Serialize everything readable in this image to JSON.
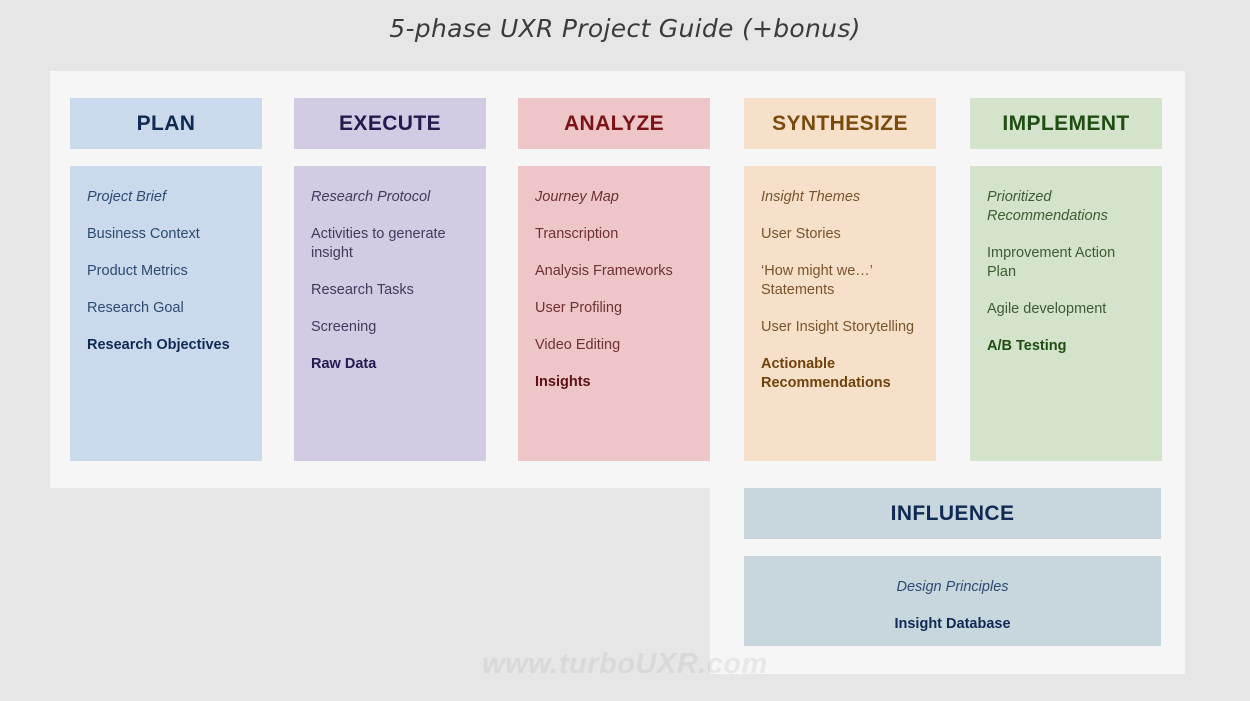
{
  "title": "5-phase UXR Project Guide (+bonus)",
  "watermark": "www.turboUXR.com",
  "colors": {
    "page_background": "#e6e6e6",
    "card_background": "#f6f6f6",
    "plan": "#cbd9ec",
    "execute": "#d3cbe4",
    "analyze": "#eec6c8",
    "synthesize": "#f6e0c9",
    "implement": "#d4e3cb",
    "influence": "#c8d7dd"
  },
  "phases": [
    {
      "header": "PLAN",
      "items": [
        {
          "label": "Project Brief",
          "style": "em"
        },
        {
          "label": "Business Context",
          "style": "normal"
        },
        {
          "label": "Product Metrics",
          "style": "normal"
        },
        {
          "label": "Research Goal",
          "style": "normal"
        },
        {
          "label": "Research Objectives",
          "style": "strong"
        }
      ]
    },
    {
      "header": "EXECUTE",
      "items": [
        {
          "label": "Research Protocol",
          "style": "em"
        },
        {
          "label": "Activities to generate insight",
          "style": "normal"
        },
        {
          "label": "Research Tasks",
          "style": "normal"
        },
        {
          "label": "Screening",
          "style": "normal"
        },
        {
          "label": "Raw Data",
          "style": "strong"
        }
      ]
    },
    {
      "header": "ANALYZE",
      "items": [
        {
          "label": "Journey Map",
          "style": "em"
        },
        {
          "label": "Transcription",
          "style": "normal"
        },
        {
          "label": "Analysis Frameworks",
          "style": "normal"
        },
        {
          "label": "User Profiling",
          "style": "normal"
        },
        {
          "label": "Video Editing",
          "style": "normal"
        },
        {
          "label": "Insights",
          "style": "strong"
        }
      ]
    },
    {
      "header": "SYNTHESIZE",
      "items": [
        {
          "label": "Insight Themes",
          "style": "em"
        },
        {
          "label": "User Stories",
          "style": "normal"
        },
        {
          "label": "‘How might we…’ Statements",
          "style": "normal"
        },
        {
          "label": "User Insight Storytelling",
          "style": "normal"
        },
        {
          "label": "Actionable Recommendations",
          "style": "strong"
        }
      ]
    },
    {
      "header": "IMPLEMENT",
      "items": [
        {
          "label": "Prioritized Recommendations",
          "style": "em"
        },
        {
          "label": "Improvement Action Plan",
          "style": "normal"
        },
        {
          "label": "Agile development",
          "style": "normal"
        },
        {
          "label": "A/B Testing",
          "style": "strong"
        }
      ]
    }
  ],
  "bonus": {
    "header": "INFLUENCE",
    "items": [
      {
        "label": "Design Principles",
        "style": "em"
      },
      {
        "label": "Insight Database",
        "style": "strong"
      }
    ]
  }
}
